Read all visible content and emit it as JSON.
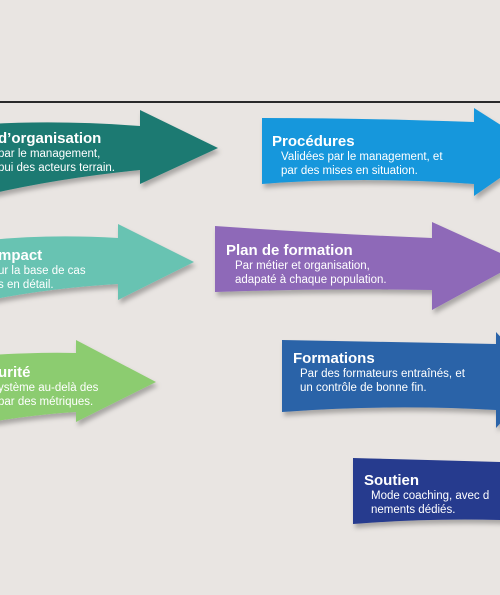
{
  "colors": {
    "background": "#e9e5e2",
    "rule": "#2a2a2a",
    "text": "#ffffff"
  },
  "arrows": [
    {
      "id": "organisation",
      "color": "#1d7a72",
      "title": "d’organisation",
      "lines": [
        "par le management,",
        "pui des acteurs terrain."
      ]
    },
    {
      "id": "impact",
      "color": "#68c3b2",
      "title": "mpact",
      "lines": [
        "ur la base de cas",
        "s en détail."
      ]
    },
    {
      "id": "securite",
      "color": "#8ccc6f",
      "title": "urité",
      "lines": [
        "ystème au-delà des",
        "par des métriques."
      ]
    },
    {
      "id": "procedures",
      "color": "#1597dc",
      "title": "Procédures",
      "lines": [
        "Validées par le management, et",
        "par des mises en situation."
      ]
    },
    {
      "id": "plan-formation",
      "color": "#8e69b8",
      "title": "Plan de formation",
      "lines": [
        "Par métier et organisation,",
        "adapaté à chaque population."
      ]
    },
    {
      "id": "formations",
      "color": "#2c63a8",
      "title": "Formations",
      "lines": [
        "Par des formateurs entraînés, et",
        "un contrôle de bonne fin."
      ]
    },
    {
      "id": "soutien",
      "color": "#283a8e",
      "title": "Soutien",
      "lines": [
        "Mode coaching, avec d",
        "nements dédiés."
      ]
    }
  ]
}
